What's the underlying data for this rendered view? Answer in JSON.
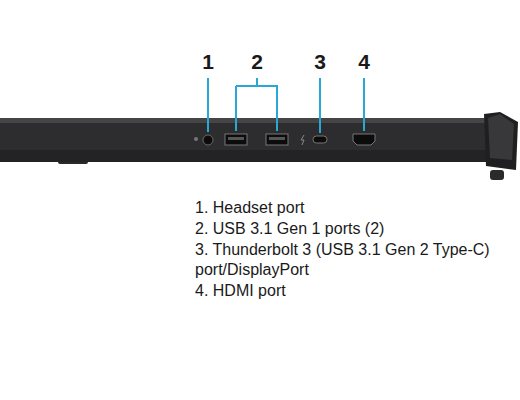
{
  "diagram": {
    "labels": [
      "1",
      "2",
      "3",
      "4",
      "1. Headset port",
      "2. USB 3.1 Gen 1 ports (2)",
      "3. Thunderbolt 3 (USB 3.1 Gen 2 Type-C) port/DisplayPort",
      "4. HDMI port"
    ]
  }
}
